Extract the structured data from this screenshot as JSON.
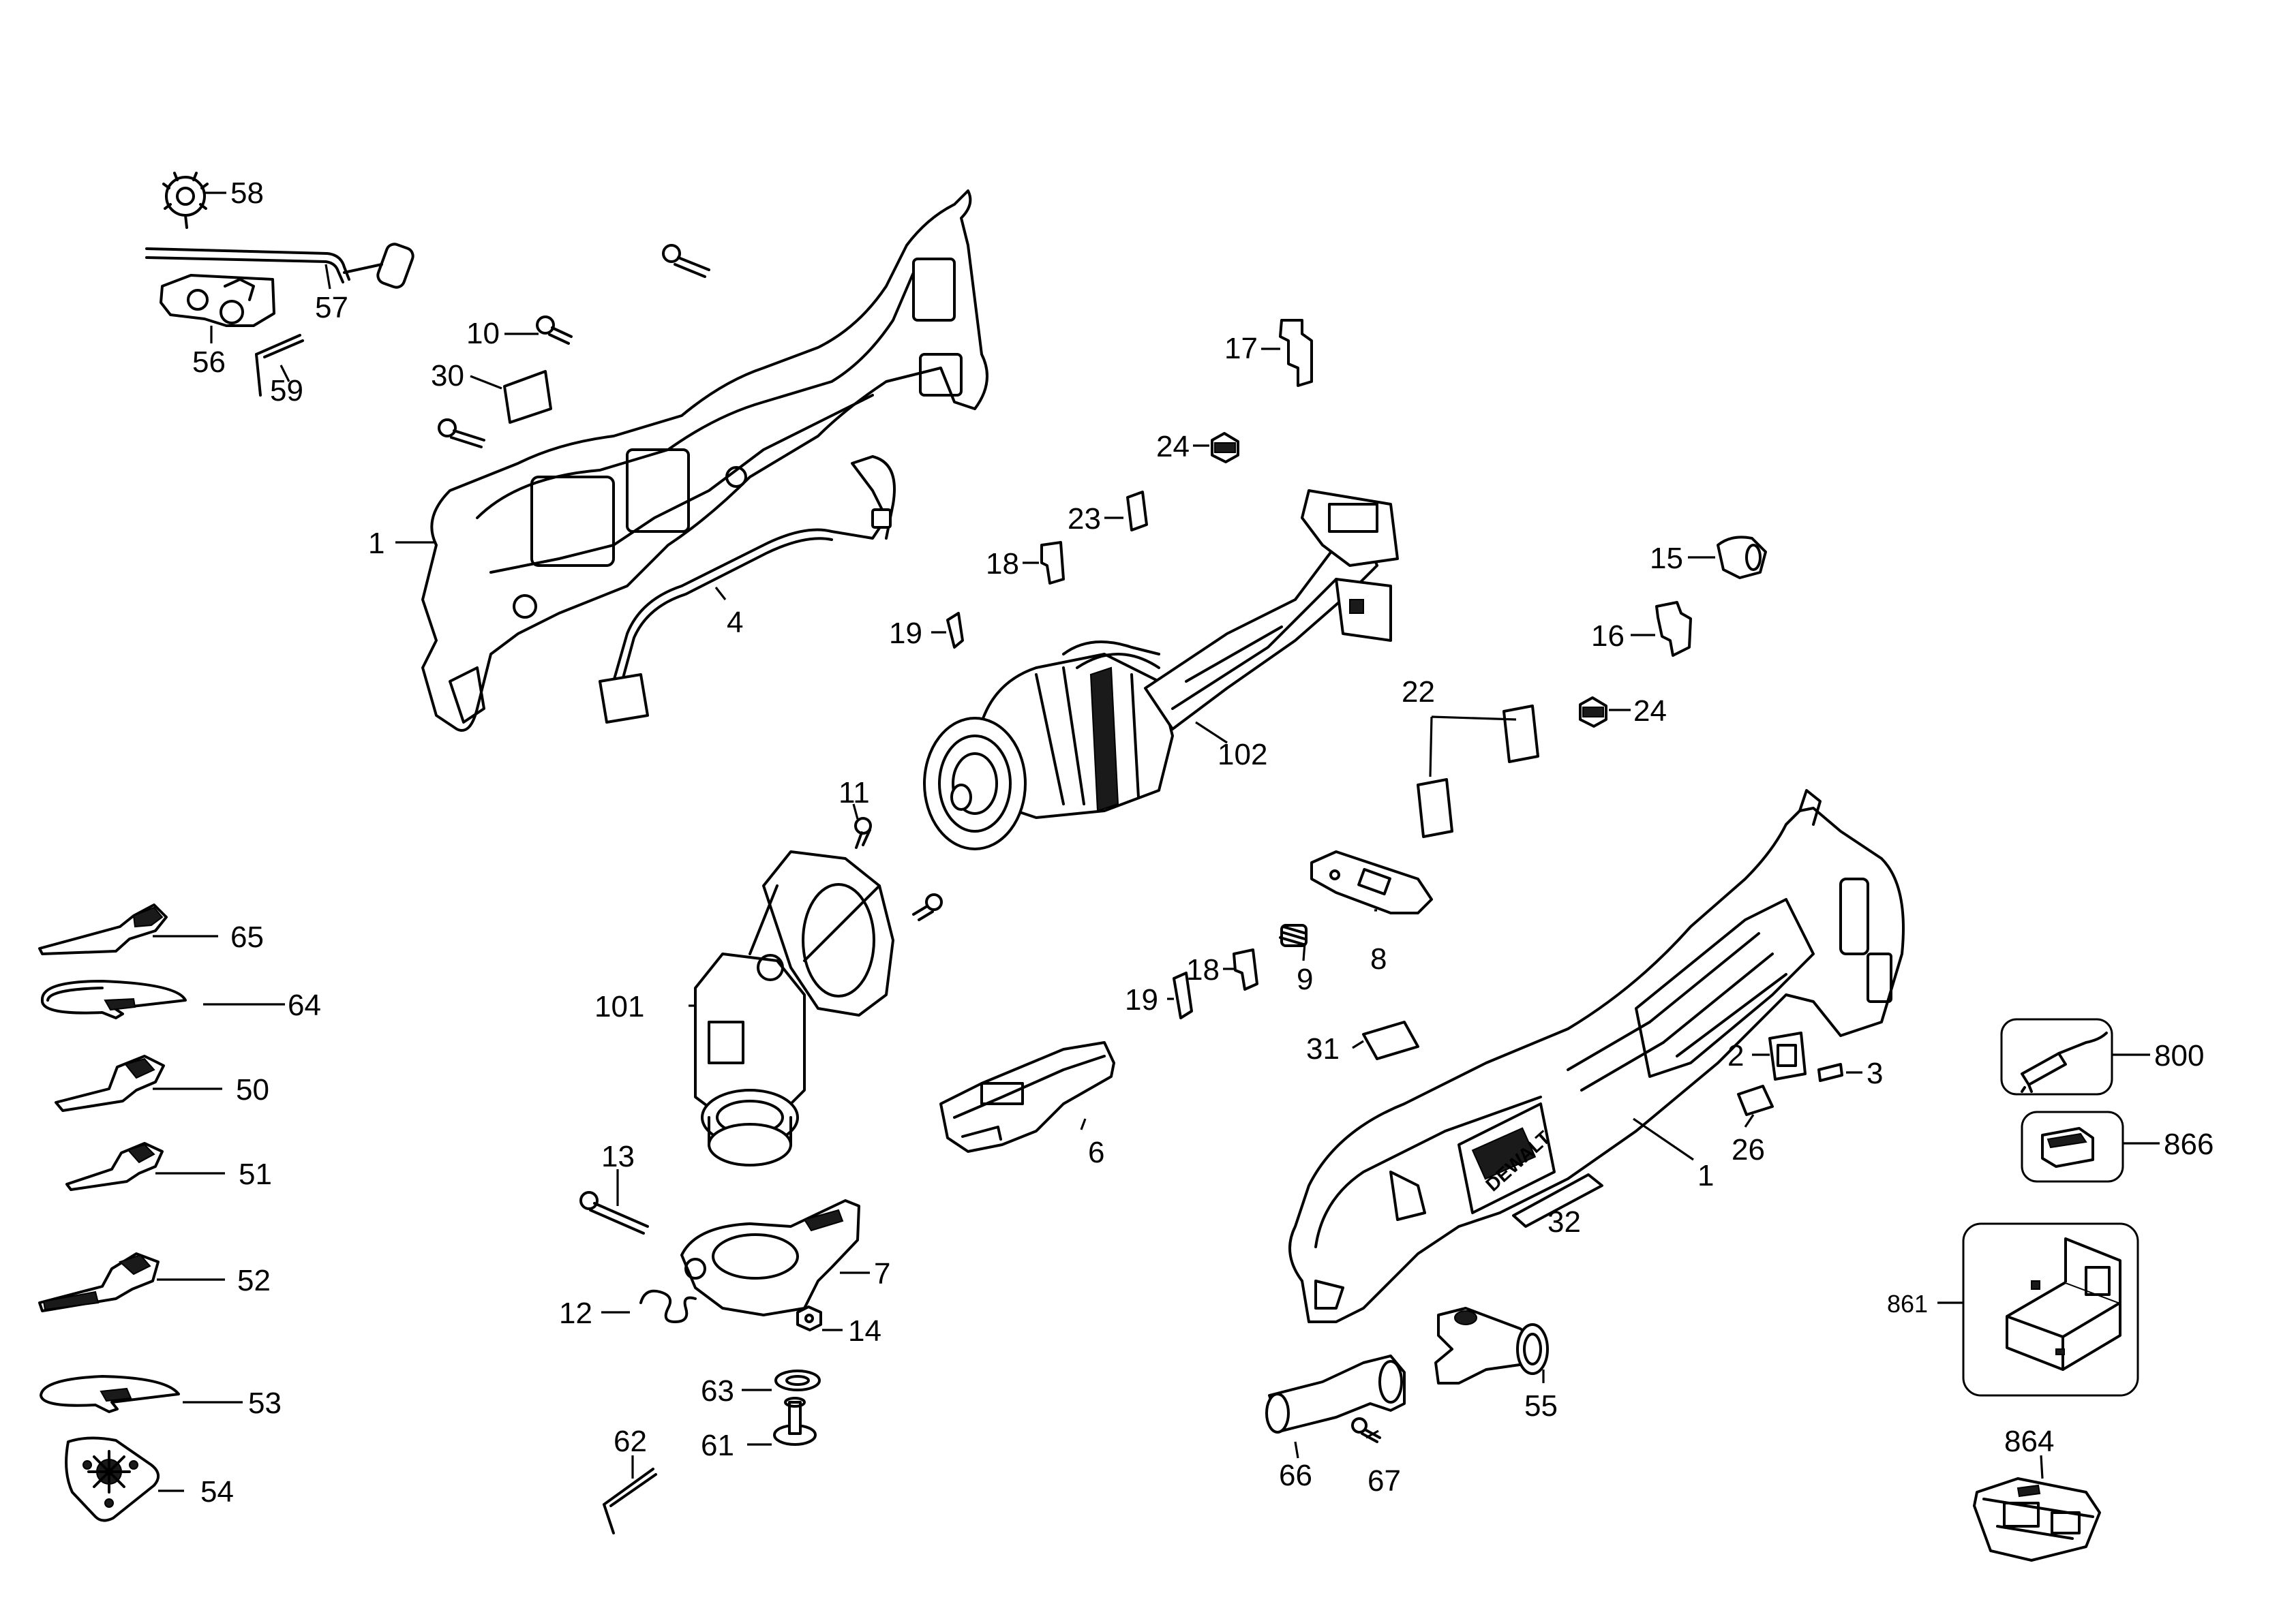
{
  "labels": {
    "p58": "58",
    "p57": "57",
    "p56": "56",
    "p59": "59",
    "p10": "10",
    "p30": "30",
    "p1a": "1",
    "p4": "4",
    "p17": "17",
    "p24a": "24",
    "p23": "23",
    "p18a": "18",
    "p19a": "19",
    "p102": "102",
    "p15": "15",
    "p16": "16",
    "p22": "22",
    "p24b": "24",
    "p11": "11",
    "p101": "101",
    "p65": "65",
    "p64": "64",
    "p50": "50",
    "p51": "51",
    "p52": "52",
    "p53": "53",
    "p54": "54",
    "p13": "13",
    "p12": "12",
    "p7": "7",
    "p14": "14",
    "p63": "63",
    "p61": "61",
    "p62": "62",
    "p6": "6",
    "p8": "8",
    "p9": "9",
    "p18b": "18",
    "p19b": "19",
    "p31": "31",
    "p2": "2",
    "p3": "3",
    "p26": "26",
    "p1b": "1",
    "p32": "32",
    "p66": "66",
    "p67": "67",
    "p55": "55",
    "p800": "800",
    "p866": "866",
    "p861": "861",
    "p864": "864"
  },
  "brand_mark": "DEWALT",
  "colors": {
    "line": "#000000",
    "background": "#ffffff"
  }
}
